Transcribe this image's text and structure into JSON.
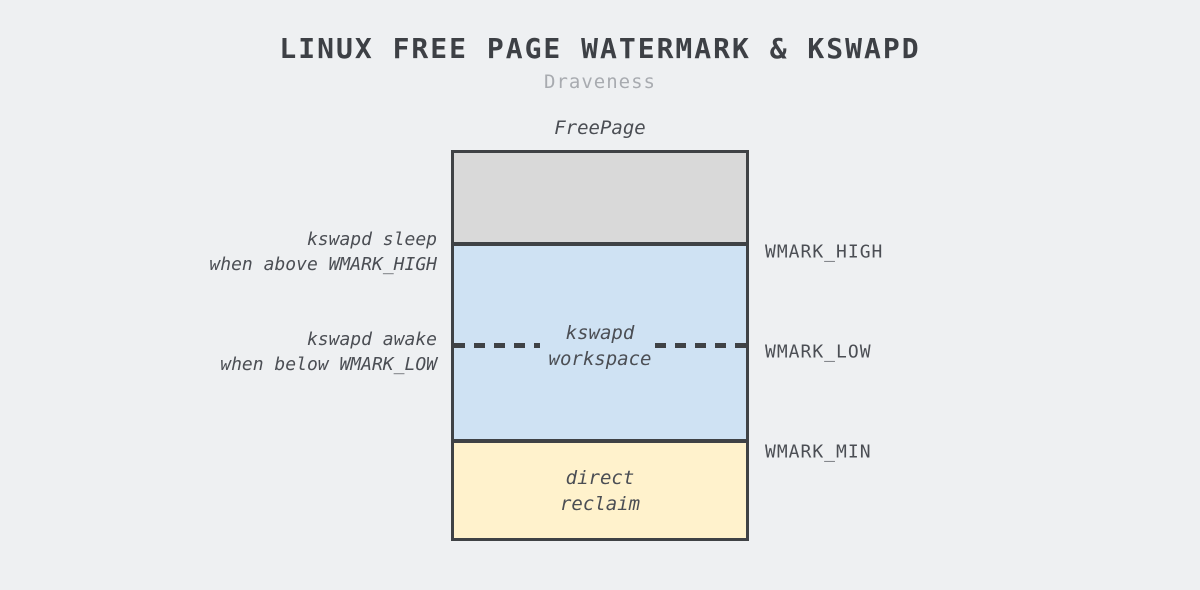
{
  "title": "LINUX FREE PAGE WATERMARK & KSWAPD",
  "subtitle": "Draveness",
  "diagram": {
    "box_title": "FreePage",
    "sections": {
      "kswapd_workspace": {
        "line1": "kswapd",
        "line2": "workspace"
      },
      "direct_reclaim": {
        "line1": "direct",
        "line2": "reclaim"
      }
    },
    "watermarks": {
      "high": "WMARK_HIGH",
      "low": "WMARK_LOW",
      "min": "WMARK_MIN"
    },
    "annotations": {
      "sleep": {
        "line1": "kswapd sleep",
        "line2": "when above WMARK_HIGH"
      },
      "awake": {
        "line1": "kswapd awake",
        "line2": "when below WMARK_LOW"
      }
    }
  },
  "colors": {
    "background": "#eef0f2",
    "free_fill": "#d9d9d9",
    "kswapd_fill": "#cfe2f3",
    "direct_fill": "#fff2cc",
    "border": "#3f4245",
    "text": "#4b4e54",
    "title": "#3d4045",
    "subtitle": "#a8abb0"
  }
}
